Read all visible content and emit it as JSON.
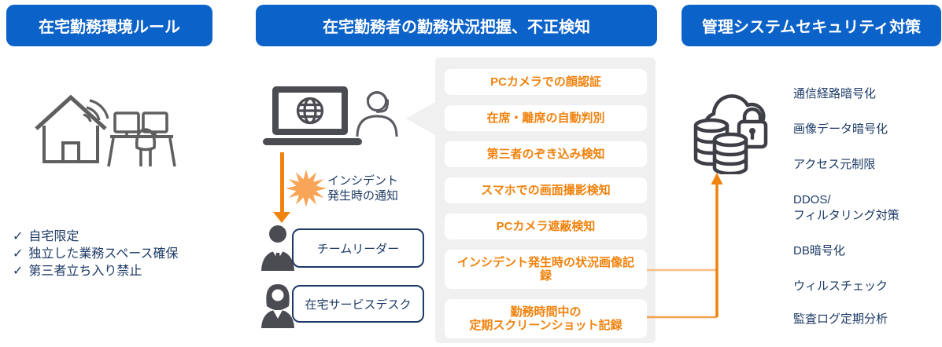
{
  "colors": {
    "header_blue": "#0b62c8",
    "accent_orange": "#f0820d",
    "navy_text": "#1d3a66",
    "panel_gray": "#f0f0f0",
    "icon_gray": "#4b4b52"
  },
  "left": {
    "title": "在宅勤務環境ルール",
    "check_glyph": "✓",
    "rules": [
      "自宅限定",
      "独立した業務スペース確保",
      "第三者立ち入り禁止"
    ]
  },
  "middle": {
    "title": "在宅勤務者の勤務状況把握、不正検知",
    "incident_note": "インシデント\n発生時の通知",
    "recipients": [
      {
        "label": "チームリーダー"
      },
      {
        "label": "在宅サービスデスク"
      }
    ],
    "detections": [
      {
        "label": "PCカメラでの顔認証"
      },
      {
        "label": "在席・離席の自動判別"
      },
      {
        "label": "第三者のぞき込み検知"
      },
      {
        "label": "スマホでの画面撮影検知"
      },
      {
        "label": "PCカメラ遮蔽検知"
      },
      {
        "label": "インシデント発生時の状況画像記録"
      },
      {
        "label": "勤務時間中の\n定期スクリーンショット記録"
      }
    ]
  },
  "right": {
    "title": "管理システムセキュリティ対策",
    "measures": [
      {
        "label": "通信経路暗号化"
      },
      {
        "label": "画像データ暗号化"
      },
      {
        "label": "アクセス元制限"
      },
      {
        "label": "DDOS/\nフィルタリング対策"
      },
      {
        "label": "DB暗号化"
      },
      {
        "label": "ウィルスチェック"
      },
      {
        "label": "監査ログ定期分析"
      }
    ]
  }
}
